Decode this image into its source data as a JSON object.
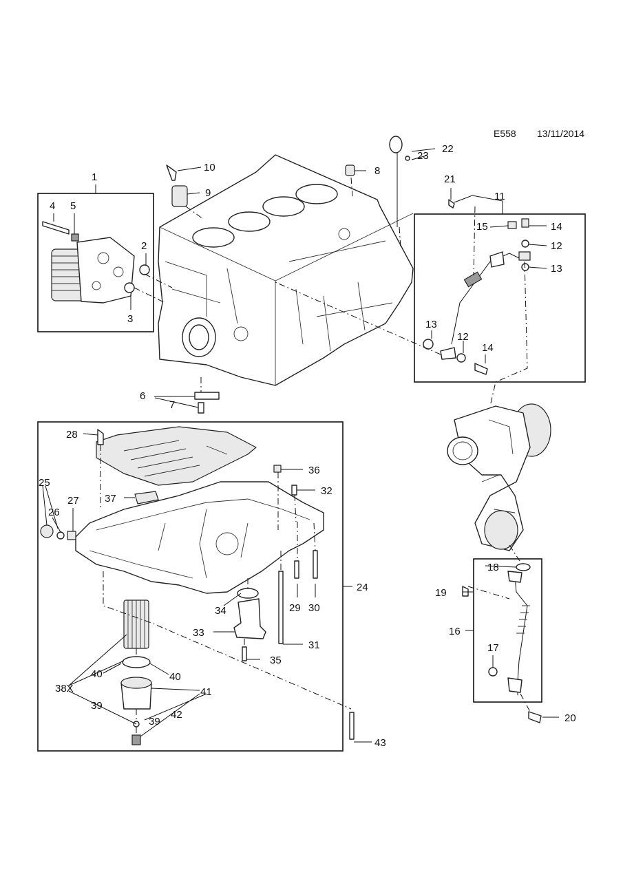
{
  "header": {
    "diagram_code": "E558",
    "date": "13/11/2014"
  },
  "callouts": {
    "c1": "1",
    "c2": "2",
    "c3": "3",
    "c4": "4",
    "c5": "5",
    "c6": "6",
    "c7": "7",
    "c8": "8",
    "c9": "9",
    "c10": "10",
    "c11": "11",
    "c12a": "12",
    "c12b": "12",
    "c13a": "13",
    "c13b": "13",
    "c14a": "14",
    "c14b": "14",
    "c15": "15",
    "c16": "16",
    "c17": "17",
    "c18": "18",
    "c19": "19",
    "c20": "20",
    "c21": "21",
    "c22": "22",
    "c23": "23",
    "c24": "24",
    "c25": "25",
    "c26": "26",
    "c27": "27",
    "c28": "28",
    "c29": "29",
    "c30": "30",
    "c31": "31",
    "c32": "32",
    "c33": "33",
    "c34": "34",
    "c35": "35",
    "c36": "36",
    "c37": "37",
    "c38": "38X",
    "c39a": "39",
    "c39b": "39",
    "c40a": "40",
    "c40b": "40",
    "c41": "41",
    "c42": "42",
    "c43": "43"
  }
}
